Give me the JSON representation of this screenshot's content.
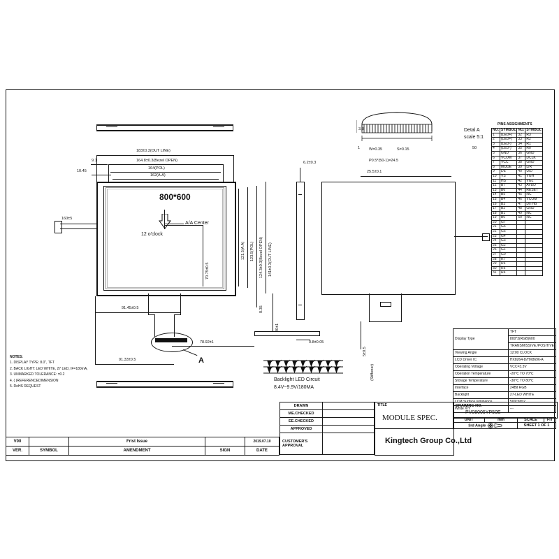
{
  "doc": {
    "title_label": "TITLE",
    "title_value": "MODULE  SPEC.",
    "company": "Kingtech Group Co.,Ltd",
    "drawing_no_label": "DRAWING NO.",
    "drawing_no": "PV08005YP50E",
    "unit_label": "UNIT",
    "unit_value": "mm",
    "scale_label": "SCALE",
    "scale_value": "FIT",
    "angle_label": "3rd  Angle",
    "sheet_label": "SHEET  1  OF  1"
  },
  "approval": {
    "rows": [
      "DRAWN",
      "ME.CHECKED",
      "EE.CHECKED",
      "APPROVED"
    ],
    "customer_line1": "CUSTOMER'S",
    "customer_line2": "APPROVAL"
  },
  "revision": {
    "headers": [
      "VER.",
      "SYMBOL",
      "AMENDMENT",
      "SIGN",
      "DATE"
    ],
    "row": {
      "ver": "V00",
      "symbol": "",
      "amendment": "Frist  Issue",
      "sign": "",
      "date": "2019.07.10"
    }
  },
  "notes": {
    "heading": "NOTES:",
    "items": [
      "1. DISPLAY TYPE:   8.0\", TFT",
      "2. BACK LIGHT: LED WHITE, 27 LED, IF=180mA,",
      "3. UNMARKED TOLERANCE: ±0.2",
      "4. (   )REFERENCEDIMENSION",
      "5. RoHS REQUEST"
    ]
  },
  "spec_table": {
    "rows": [
      {
        "label": "Display Type",
        "values": [
          "TFT",
          "800*3(RGB)600",
          "TRANSMISSIVE./POSITIVE"
        ]
      },
      {
        "label": "Viewing Angle",
        "values": [
          "12:00  CLOCK"
        ]
      },
      {
        "label": "LCD Driver IC",
        "values": [
          "HX8264-D/HX8696-A"
        ]
      },
      {
        "label": "Operating Voltage",
        "values": [
          "VCC=3.3V"
        ]
      },
      {
        "label": "Operation Temperature",
        "values": [
          "-20℃  TO  70℃"
        ]
      },
      {
        "label": "Storage Temperature",
        "values": [
          "-30℃  TO  80℃"
        ]
      },
      {
        "label": "Interface",
        "values": [
          "24Bit  RGB"
        ]
      },
      {
        "label": "Backlight",
        "values": [
          "27-LED  WHITE"
        ]
      },
      {
        "label": "LCM  Surface  luminance",
        "values": [
          "500cd/m2"
        ]
      },
      {
        "label": "White  X/Y",
        "values": [
          "---"
        ]
      }
    ]
  },
  "pins": {
    "title": "PINS  ASSIGNMENTS",
    "headers": [
      "NO.",
      "SYMBOL",
      "NO.",
      "SYMBOL"
    ],
    "left": [
      [
        "1",
        "(LED+)"
      ],
      [
        "2",
        "(LED+)"
      ],
      [
        "3",
        "(LED-)"
      ],
      [
        "4",
        "(LED-)"
      ],
      [
        "5",
        "GND"
      ],
      [
        "6",
        "VCOM"
      ],
      [
        "7",
        "VCC"
      ],
      [
        "8",
        "MODE"
      ],
      [
        "9",
        "DE"
      ],
      [
        "10",
        "VS"
      ],
      [
        "11",
        "HS"
      ],
      [
        "12",
        "B7"
      ],
      [
        "13",
        "B6"
      ],
      [
        "14",
        "B5"
      ],
      [
        "15",
        "B4"
      ],
      [
        "16",
        "B3"
      ],
      [
        "17",
        "B2"
      ],
      [
        "18",
        "B1"
      ],
      [
        "19",
        "B0"
      ],
      [
        "20",
        "G7"
      ],
      [
        "21",
        "G6"
      ],
      [
        "22",
        "G5"
      ],
      [
        "23",
        "G4"
      ],
      [
        "24",
        "G3"
      ],
      [
        "25",
        "G2"
      ],
      [
        "26",
        "G1"
      ],
      [
        "27",
        "G0"
      ],
      [
        "28",
        "R7"
      ],
      [
        "29",
        "R6"
      ],
      [
        "30",
        "R5"
      ],
      [
        "31",
        "R4"
      ]
    ],
    "right": [
      [
        "32",
        "R3"
      ],
      [
        "33",
        "R2"
      ],
      [
        "34",
        "R1"
      ],
      [
        "35",
        "R0"
      ],
      [
        "36",
        "GND"
      ],
      [
        "37",
        "DCLK"
      ],
      [
        "38",
        "GND"
      ],
      [
        "39",
        "L/R"
      ],
      [
        "40",
        "U/D"
      ],
      [
        "41",
        "VGH"
      ],
      [
        "42",
        "VGL"
      ],
      [
        "43",
        "AVDD"
      ],
      [
        "44",
        "RESET"
      ],
      [
        "45",
        "NC"
      ],
      [
        "46",
        "VCOM"
      ],
      [
        "47",
        "DITHB"
      ],
      [
        "48",
        "GND"
      ],
      [
        "49",
        "NC"
      ],
      [
        "50",
        "NC"
      ]
    ]
  },
  "drawing": {
    "panel_resolution": "800*600",
    "aa_center": "A/A Center",
    "clock": "12 o'clock",
    "detail_a_label": "Detal A",
    "detail_a_scale": "scale 5:1",
    "detail_mark": "A",
    "fpc_pin_first": "1",
    "fpc_pin_last": "50",
    "stiffener": "(Stiffener)",
    "backlight_caption": "Backlight LED Circuit",
    "backlight_spec": "8.4V~9.9V/180MA",
    "dims_top": [
      "183±0.3(OUT  LINE)",
      "164.8±0.3(Bezel  OPEN)",
      "164(POL)",
      "162(A.A)"
    ],
    "dims_left": [
      "9.1",
      "10.45",
      "160±5"
    ],
    "dims_right_vertical": [
      "121.5(A.A)",
      "123.5(POL)",
      "124.3±0.3(Bezel  OPEN)",
      "141±0.3(OUT  LINE)"
    ],
    "dim_vertical_inner": "70.75±0.5",
    "dim_small_right": "8.35",
    "dims_bottom": [
      "91.45±0.5",
      "91.33±0.5",
      "78.92±1",
      "40±1"
    ],
    "dim_side_strip": "6.2±0.3",
    "dim_strip_thickness": "0.8±0.05",
    "dim_fpc_len": "5±0.5",
    "detail": {
      "pitch_w": "W=0.35",
      "pitch_s": "S=0.15",
      "pitch_total": "P0.5*(50-1)=24.5",
      "overall": "25.5±0.1",
      "height": "3.8"
    }
  }
}
